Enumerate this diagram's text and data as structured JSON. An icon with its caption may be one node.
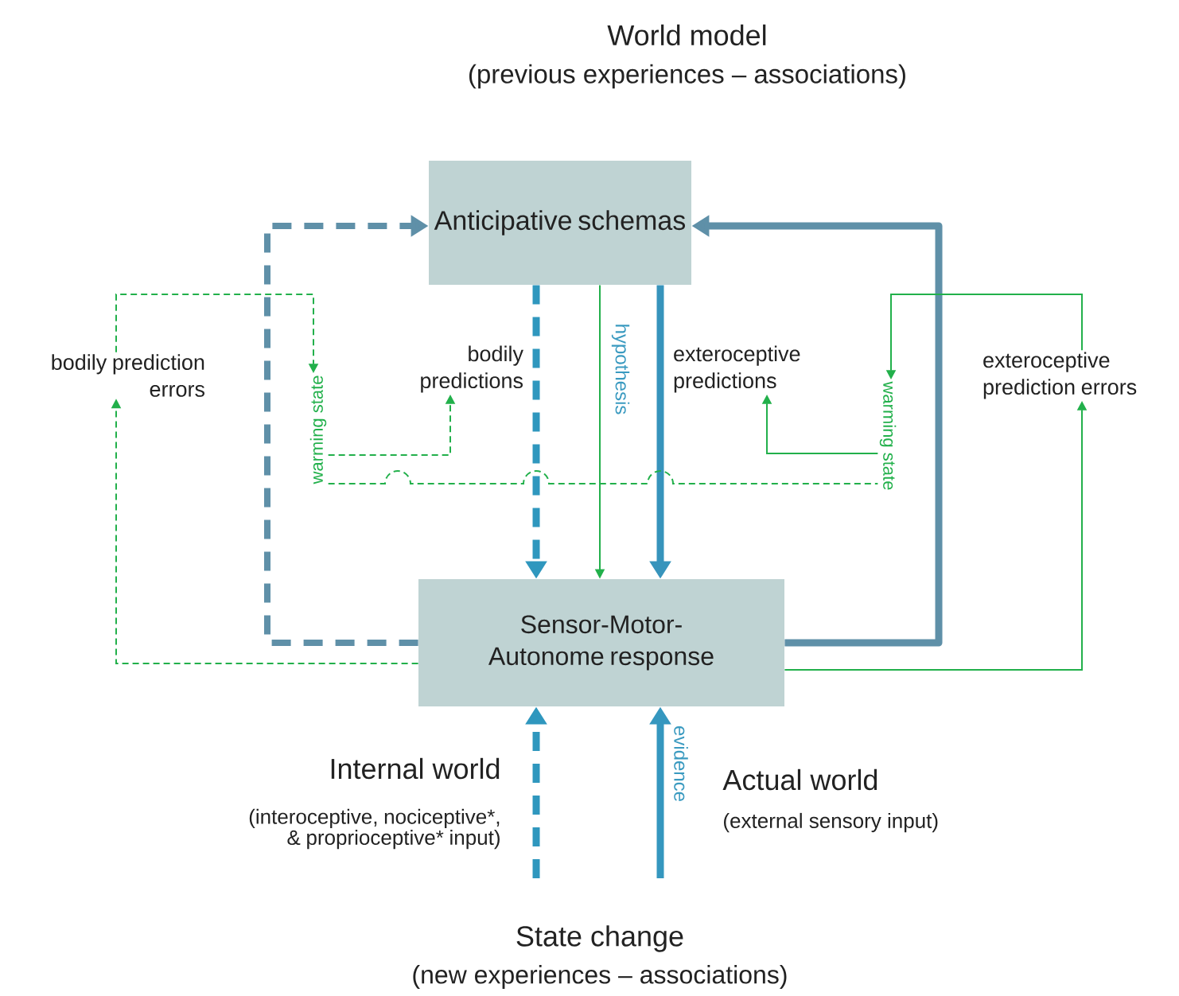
{
  "diagram": {
    "nodes": [
      {
        "text": [
          "Anticipative schemas"
        ]
      },
      {
        "text": [
          "Sensor-Motor-Autonome response"
        ]
      },
      {
        "text": [
          "bodily prediction errors"
        ]
      },
      {
        "text": [
          "bodily predictions"
        ]
      },
      {
        "text": [
          "exteroceptive predictions"
        ]
      },
      {
        "text": [
          "exteroceptive prediction errors"
        ]
      },
      {
        "text": [
          "warming state"
        ]
      },
      {
        "text": [
          "warming state"
        ]
      }
    ],
    "edges": [
      {
        "from": 0,
        "to": 1,
        "arrow": "to",
        "style": "dashed",
        "color": "#2f97be"
      },
      {
        "from": 0,
        "to": 1,
        "arrow": "to",
        "color": "#22b04b",
        "label": "hypothesis"
      },
      {
        "from": 0,
        "to": 1,
        "arrow": "to",
        "style": "thick",
        "color": "#3794bc"
      },
      {
        "from": 1,
        "to": 0,
        "arrow": "to",
        "style": "dashed",
        "color": "#5f90a8"
      },
      {
        "from": 1,
        "to": 0,
        "arrow": "to",
        "style": "thick",
        "color": "#5f90a8"
      },
      {
        "from": 1,
        "to": 2,
        "arrow": "to",
        "style": "dashed",
        "color": "#22b04b"
      },
      {
        "from": 1,
        "to": 5,
        "arrow": "to",
        "color": "#22b04b"
      },
      {
        "from": 2,
        "to": 6,
        "arrow": "to",
        "style": "dashed",
        "color": "#22b04b"
      },
      {
        "from": 6,
        "to": 3,
        "arrow": "to",
        "style": "dashed",
        "color": "#22b04b"
      },
      {
        "from": 5,
        "to": 7,
        "arrow": "to",
        "color": "#22b04b"
      },
      {
        "from": 7,
        "to": 4,
        "arrow": "to",
        "color": "#22b04b"
      },
      {
        "from": 6,
        "to": 7,
        "arrow": "none",
        "style": "dashed",
        "color": "#22b04b"
      },
      {
        "from": null,
        "to": 1,
        "arrow": "to",
        "style": "dashed",
        "color": "#2f97be"
      },
      {
        "from": null,
        "to": 1,
        "arrow": "to",
        "style": "thick",
        "color": "#3597bf",
        "label": "evidence"
      }
    ],
    "labels": [
      "World model",
      "(previous experiences – associations)",
      "Internal world",
      "(interoceptive, nociceptive*, & proprioceptive* input)",
      "Actual world",
      "(external sensory input)",
      "State change",
      "(new experiences – associations)"
    ]
  }
}
